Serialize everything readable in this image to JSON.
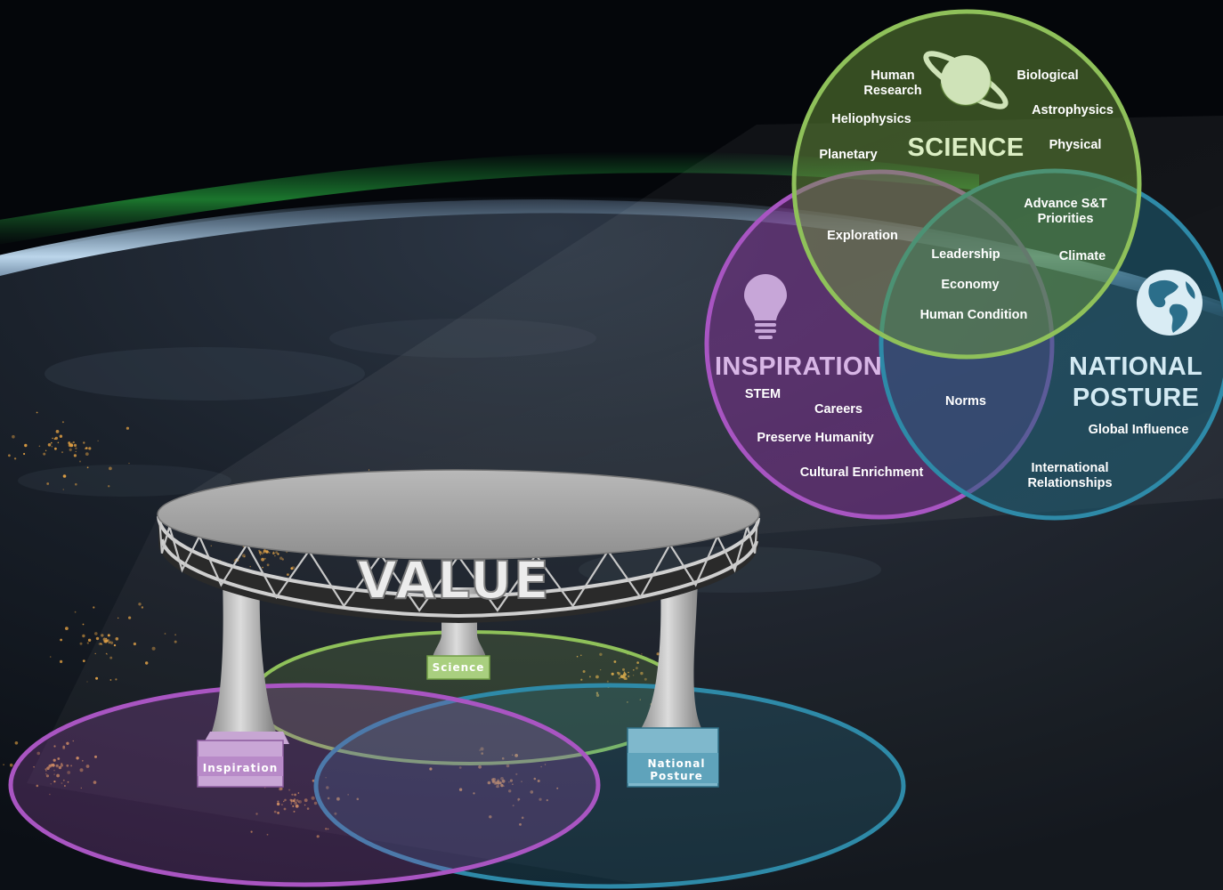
{
  "colors": {
    "science": "#8fc15a",
    "inspiration": "#9b4fb0",
    "national_posture": "#2e8aa8",
    "background": "#05070b",
    "aurora": "#2fd04a"
  },
  "icons": {
    "science": "planet-icon",
    "inspiration": "lightbulb-icon",
    "national_posture": "globe-icon"
  },
  "venn": {
    "science": {
      "heading": "SCIENCE",
      "terms": [
        "Human",
        "Research",
        "Biological",
        "Heliophysics",
        "Astrophysics",
        "Planetary",
        "Physical"
      ]
    },
    "inspiration": {
      "heading": "INSPIRATION",
      "terms": [
        "STEM",
        "Careers",
        "Preserve Humanity",
        "Cultural Enrichment"
      ]
    },
    "national_posture": {
      "heading_line1": "NATIONAL",
      "heading_line2": "POSTURE",
      "terms": [
        "Global Influence",
        "International",
        "Relationships"
      ]
    },
    "science_inspiration": [
      "Exploration"
    ],
    "science_national": [
      "Advance S&T",
      "Priorities",
      "Climate"
    ],
    "inspiration_national": [
      "Norms"
    ],
    "center": [
      "Leadership",
      "Economy",
      "Human Condition"
    ]
  },
  "platform": {
    "title": "VALUE",
    "pillars": {
      "science": "Science",
      "inspiration": "Inspiration",
      "national_line1": "National",
      "national_line2": "Posture"
    }
  }
}
